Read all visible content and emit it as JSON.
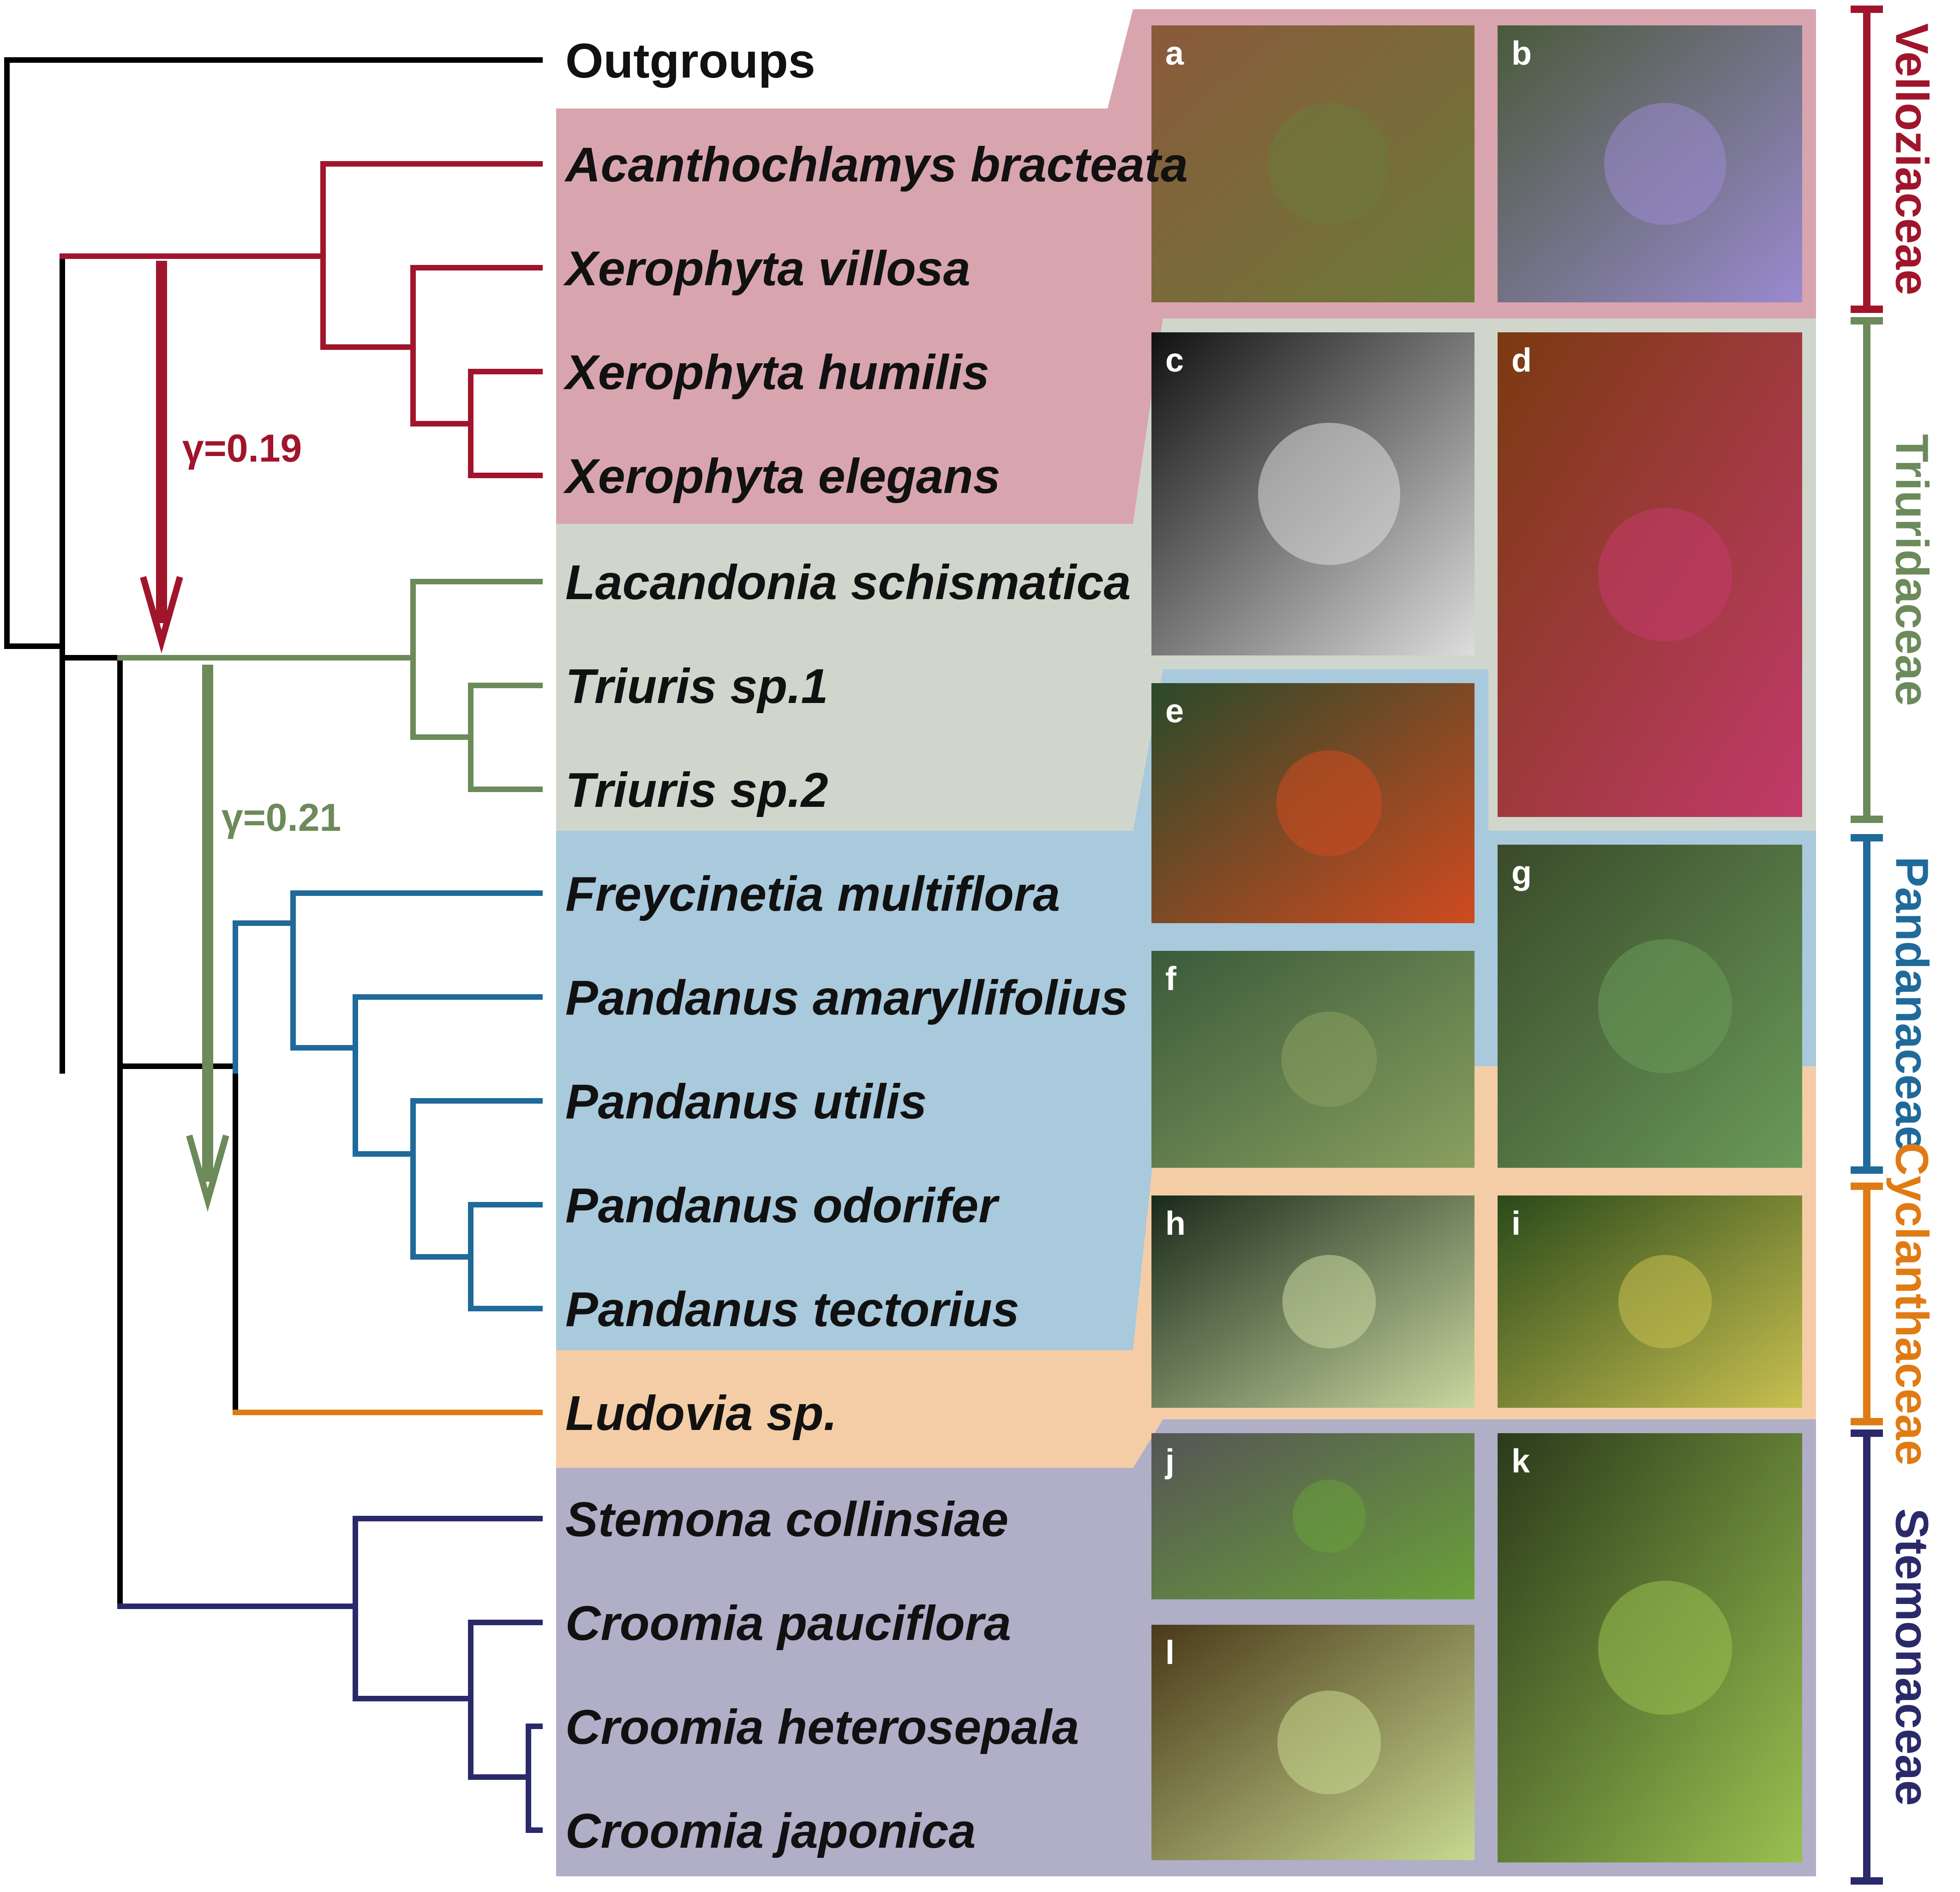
{
  "colors": {
    "outgroup": "#000000",
    "velloziaceae": "#a0152b",
    "triuridaceae": "#6c8a5a",
    "pandanaceae": "#1f6a9a",
    "cyclanthaceae": "#e07b14",
    "stemonaceae": "#2a2a6a",
    "velloziaceae_bg": "#d8a5ae",
    "triuridaceae_bg": "#d1d6cc",
    "pandanaceae_bg": "#a9c9dc",
    "cyclanthaceae_bg": "#f4cda6",
    "stemonaceae_bg": "#b1aec8"
  },
  "taxa": [
    {
      "id": "outgroups",
      "label": "Outgroups",
      "group": "outgroup"
    },
    {
      "id": "acanthochlamys",
      "label": "Acanthochlamys bracteata",
      "group": "velloziaceae"
    },
    {
      "id": "xvillosa",
      "label": "Xerophyta villosa",
      "group": "velloziaceae"
    },
    {
      "id": "xhumilis",
      "label": "Xerophyta humilis",
      "group": "velloziaceae"
    },
    {
      "id": "xelegans",
      "label": "Xerophyta elegans",
      "group": "velloziaceae"
    },
    {
      "id": "lacandonia",
      "label": "Lacandonia schismatica",
      "group": "triuridaceae"
    },
    {
      "id": "triuris1",
      "label": "Triuris sp.1",
      "group": "triuridaceae"
    },
    {
      "id": "triuris2",
      "label": "Triuris sp.2",
      "group": "triuridaceae"
    },
    {
      "id": "freycinetia",
      "label": "Freycinetia multiflora",
      "group": "pandanaceae"
    },
    {
      "id": "pamaryllifolius",
      "label": "Pandanus amaryllifolius",
      "group": "pandanaceae"
    },
    {
      "id": "putilis",
      "label": "Pandanus utilis",
      "group": "pandanaceae"
    },
    {
      "id": "podorifer",
      "label": "Pandanus odorifer",
      "group": "pandanaceae"
    },
    {
      "id": "ptectorius",
      "label": "Pandanus tectorius",
      "group": "pandanaceae"
    },
    {
      "id": "ludovia",
      "label": "Ludovia sp.",
      "group": "cyclanthaceae"
    },
    {
      "id": "stemona",
      "label": "Stemona collinsiae",
      "group": "stemonaceae"
    },
    {
      "id": "cpauciflora",
      "label": "Croomia pauciflora",
      "group": "stemonaceae"
    },
    {
      "id": "cheterosepala",
      "label": "Croomia heterosepala",
      "group": "stemonaceae"
    },
    {
      "id": "cjaponica",
      "label": "Croomia japonica",
      "group": "stemonaceae"
    }
  ],
  "families": [
    {
      "id": "velloziaceae",
      "label": "Velloziaceae"
    },
    {
      "id": "triuridaceae",
      "label": "Triuridaceae"
    },
    {
      "id": "pandanaceae",
      "label": "Pandanaceae"
    },
    {
      "id": "cyclanthaceae",
      "label": "Cyclanthaceae"
    },
    {
      "id": "stemonaceae",
      "label": "Stemonaceae"
    }
  ],
  "hybridization_arrows": [
    {
      "label": "γ=0.19",
      "group": "velloziaceae"
    },
    {
      "label": "γ=0.21",
      "group": "triuridaceae"
    }
  ],
  "photo_panels": [
    {
      "letter": "a",
      "icon": "velloziaceae-habitat-photo"
    },
    {
      "letter": "b",
      "icon": "velloziaceae-flowers-photo"
    },
    {
      "letter": "c",
      "icon": "star-flower-photo"
    },
    {
      "letter": "d",
      "icon": "triuris-inflorescence-photo"
    },
    {
      "letter": "e",
      "icon": "freycinetia-photo"
    },
    {
      "letter": "f",
      "icon": "pandanus-tree-photo"
    },
    {
      "letter": "g",
      "icon": "pandanus-fruit-photo"
    },
    {
      "letter": "h",
      "icon": "cyclanthaceae-flower-photo"
    },
    {
      "letter": "i",
      "icon": "cyclanthaceae-spadix-photo"
    },
    {
      "letter": "j",
      "icon": "stemona-vine-photo"
    },
    {
      "letter": "k",
      "icon": "croomia-plant-photo"
    },
    {
      "letter": "l",
      "icon": "croomia-flower-photo"
    }
  ]
}
